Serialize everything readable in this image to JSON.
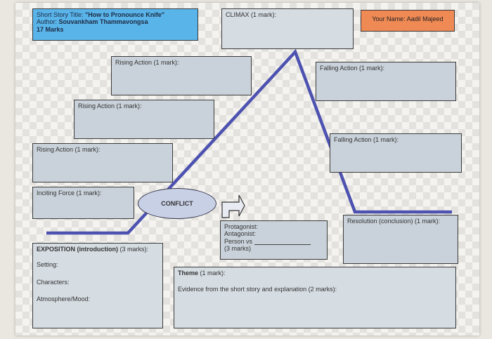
{
  "header": {
    "title_prefix": "Short Story Title: ",
    "title_value": "\"How to Pronounce Knife\"",
    "author_prefix": "Author: ",
    "author_value": "Souvankham Thammavongsa",
    "marks": "17 Marks",
    "student_name": "Your Name: Aadil Majeed"
  },
  "climax": "CLIMAX (1 mark):",
  "rising_action": [
    "Rising Action (1 mark):",
    "Rising Action (1 mark):",
    "Rising Action (1 mark):"
  ],
  "falling_action": [
    "Falling Action (1 mark):",
    "Falling Action (1 mark):"
  ],
  "inciting_force": "Inciting Force (1 mark):",
  "conflict": "CONFLICT",
  "conflict_box": {
    "protagonist": "Protagonist:",
    "antagonist": "Antagonist:",
    "person_vs": "Person vs ",
    "marks": "(3 marks)"
  },
  "resolution": "Resolution (conclusion) (1 mark):",
  "exposition": {
    "title": "EXPOSITION (introduction)",
    "marks": " (3 marks):",
    "setting": "Setting:",
    "characters": "Characters:",
    "atmosphere": "Atmosphere/Mood:"
  },
  "theme": {
    "title": "Theme",
    "marks": " (1 mark):",
    "evidence": "Evidence from the short story and explanation (2 marks):"
  },
  "colors": {
    "plot_line": "#4d52b0",
    "title_box": "#59b4ea",
    "name_box": "#ef8a55",
    "box_fill": "#c9d2da"
  }
}
